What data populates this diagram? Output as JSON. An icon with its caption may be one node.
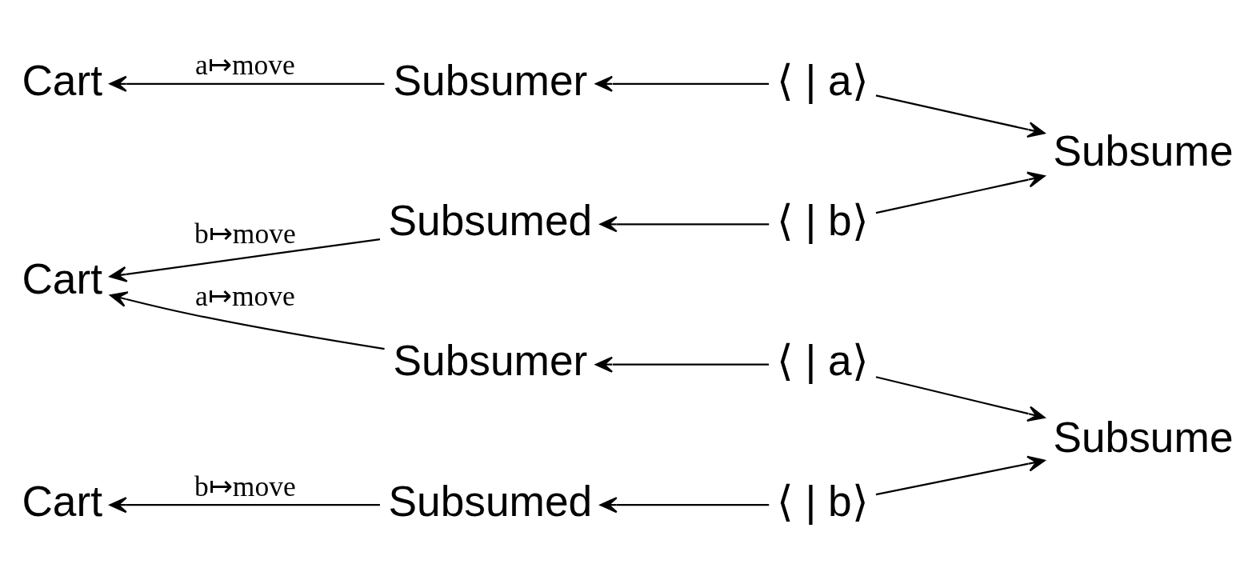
{
  "diagram": {
    "nodes": [
      {
        "text": [
          "Cart"
        ]
      },
      {
        "text": [
          "Subsumer"
        ]
      },
      {
        "text": [
          "⟨ | a⟩"
        ]
      },
      {
        "text": [
          "Subsume"
        ]
      },
      {
        "text": [
          "Cart"
        ]
      },
      {
        "text": [
          "Subsumed"
        ]
      },
      {
        "text": [
          "⟨ | b⟩"
        ]
      },
      {
        "text": [
          "Subsumer"
        ]
      },
      {
        "text": [
          "⟨ | a⟩"
        ]
      },
      {
        "text": [
          "Subsume"
        ]
      },
      {
        "text": [
          "Cart"
        ]
      },
      {
        "text": [
          "Subsumed"
        ]
      },
      {
        "text": [
          "⟨ | b⟩"
        ]
      }
    ],
    "edges": [
      {
        "from": 1,
        "to": 0,
        "arrow": "to",
        "label": "a↦move"
      },
      {
        "from": 2,
        "to": 1,
        "arrow": "to"
      },
      {
        "from": 2,
        "to": 3,
        "arrow": "to"
      },
      {
        "from": 6,
        "to": 3,
        "arrow": "to"
      },
      {
        "from": 5,
        "to": 4,
        "arrow": "to",
        "label": "b↦move"
      },
      {
        "from": 6,
        "to": 5,
        "arrow": "to"
      },
      {
        "from": 7,
        "to": 4,
        "arrow": "to",
        "label": "a↦move"
      },
      {
        "from": 8,
        "to": 7,
        "arrow": "to"
      },
      {
        "from": 8,
        "to": 9,
        "arrow": "to"
      },
      {
        "from": 12,
        "to": 9,
        "arrow": "to"
      },
      {
        "from": 11,
        "to": 10,
        "arrow": "to",
        "label": "b↦move"
      },
      {
        "from": 12,
        "to": 11,
        "arrow": "to"
      }
    ]
  }
}
